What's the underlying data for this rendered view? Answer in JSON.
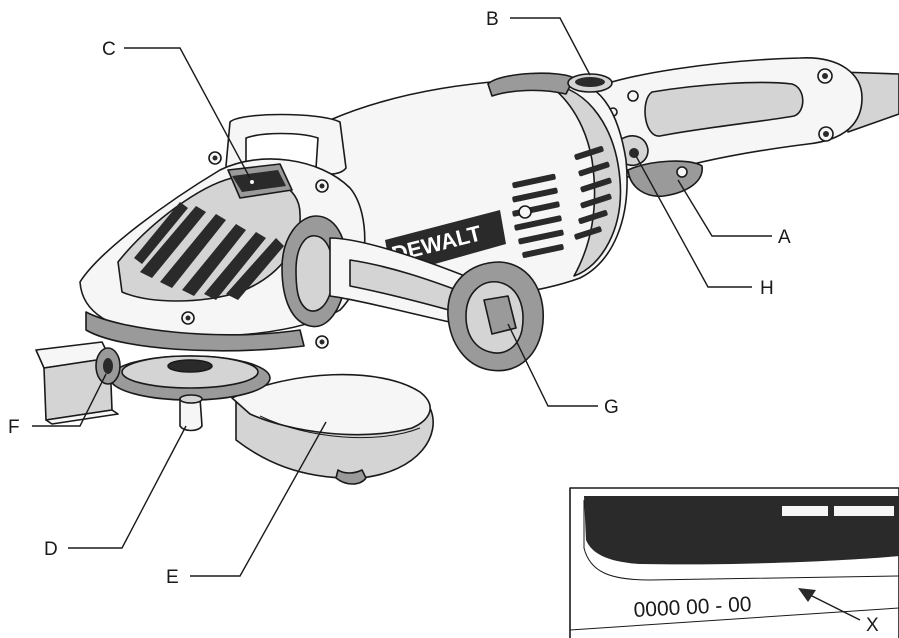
{
  "brand": "DEWALT",
  "date_code": "0000 00 - 00",
  "callouts": {
    "a": "A",
    "b": "B",
    "c": "C",
    "d": "D",
    "e": "E",
    "f": "F",
    "g": "G",
    "h": "H",
    "x": "X"
  }
}
